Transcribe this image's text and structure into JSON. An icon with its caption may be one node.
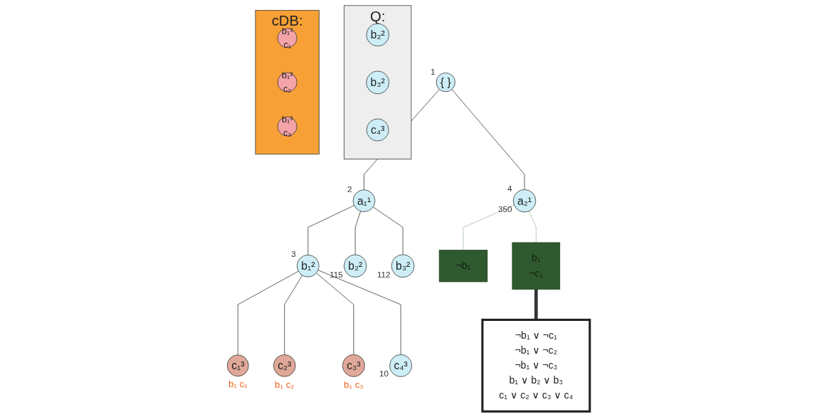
{
  "diagram": {
    "nodes": [
      {
        "text": [
          "Q:"
        ]
      },
      {
        "text": [
          "b₂²"
        ],
        "in": 0
      },
      {
        "text": [
          "b₃²"
        ],
        "in": 0
      },
      {
        "text": [
          "c₄³"
        ],
        "in": 0
      },
      {
        "text": [
          "cDB:"
        ]
      },
      {
        "text": [
          "b₁³",
          "c₁"
        ],
        "in": 4
      },
      {
        "text": [
          "b₁³",
          "c₂"
        ],
        "in": 4
      },
      {
        "text": [
          "b₁³",
          "c₃"
        ],
        "in": 4
      },
      {
        "text": [
          "{ }"
        ],
        "beside": [
          "1"
        ]
      },
      {
        "text": [
          "a₁¹"
        ],
        "beside": [
          "2"
        ]
      },
      {
        "text": [
          "a₂¹"
        ],
        "beside": [
          "4",
          "350"
        ]
      },
      {
        "text": [
          "b₁²"
        ],
        "beside": [
          "3"
        ]
      },
      {
        "text": [
          "b₂²"
        ],
        "beside": [
          "115"
        ]
      },
      {
        "text": [
          "b₃²"
        ],
        "beside": [
          "112"
        ]
      },
      {
        "text": [
          "c₁³"
        ],
        "beside": [
          "b₁ c₁"
        ]
      },
      {
        "text": [
          "c₂³"
        ],
        "beside": [
          "b₁ c₂"
        ]
      },
      {
        "text": [
          "c₃³"
        ],
        "beside": [
          "b₁ c₃"
        ]
      },
      {
        "text": [
          "c₄³"
        ],
        "beside": [
          "10"
        ]
      },
      {
        "text": [
          "¬b₁"
        ]
      },
      {
        "text": [
          "b₁",
          "¬c₁"
        ]
      },
      {
        "text": [
          "¬b₁ ∨ ¬c₁",
          "¬b₁ ∨ ¬c₂",
          "¬b₁ ∨ ¬c₃",
          "b₁ ∨ b₂ ∨ b₃",
          "c₁ ∨ c₂ ∨ c₃ ∨ c₄"
        ]
      }
    ],
    "edges": [
      {
        "from": 8,
        "to": 9,
        "arrow": "none"
      },
      {
        "from": 8,
        "to": 10,
        "arrow": "none"
      },
      {
        "from": 9,
        "to": 11,
        "arrow": "none"
      },
      {
        "from": 9,
        "to": 12,
        "arrow": "none"
      },
      {
        "from": 9,
        "to": 13,
        "arrow": "none"
      },
      {
        "from": 11,
        "to": 14,
        "arrow": "none"
      },
      {
        "from": 11,
        "to": 15,
        "arrow": "none"
      },
      {
        "from": 11,
        "to": 16,
        "arrow": "none"
      },
      {
        "from": 11,
        "to": 17,
        "arrow": "none"
      },
      {
        "from": 10,
        "to": 18,
        "arrow": "none",
        "style": "dashed",
        "color": "#3d7a3d"
      },
      {
        "from": 10,
        "to": 19,
        "arrow": "none",
        "style": "dashed",
        "color": "#3d7a3d"
      },
      {
        "from": 19,
        "to": 20,
        "arrow": "none",
        "style": "thick"
      }
    ]
  }
}
